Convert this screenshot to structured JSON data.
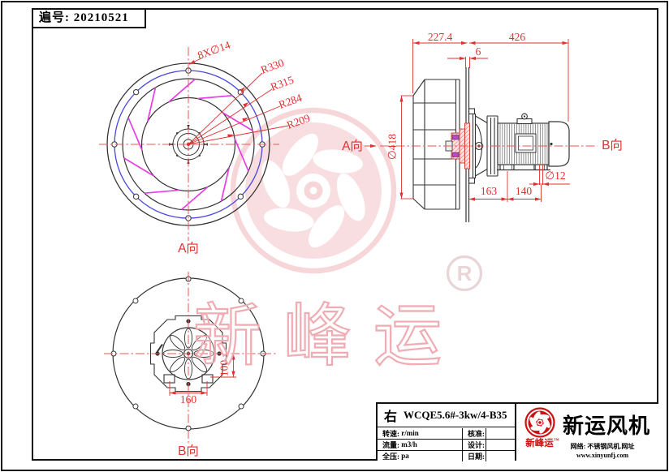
{
  "doc_number": {
    "label": "遍号:",
    "value": "20210521"
  },
  "front_view": {
    "bolt_holes_label": "8X∅14",
    "radius_labels": [
      "R330",
      "R315",
      "R284",
      "R209"
    ],
    "direction_label": "A向"
  },
  "side_view": {
    "dim_impeller_depth": "227.4",
    "dim_motor_length": "426",
    "dim_plate_thickness": "6",
    "dim_inlet_diameter": "∅418",
    "dim_plate_to_foot": "163",
    "dim_foot_spacing": "140",
    "dim_foot_hole": "∅12",
    "view_from_left_label": "A向",
    "view_from_right_label": "B向"
  },
  "bottom_view": {
    "dim_bolt_spacing_h": "160",
    "dim_bolt_offset_v": "100",
    "direction_label": "B向"
  },
  "watermark": {
    "brand_text": "新峰运",
    "registered_mark": "R"
  },
  "title_block": {
    "orientation": "右",
    "model": "WCQE5.6#-3kw/4-B35",
    "spec_rows": [
      {
        "label": "转速:",
        "value": "r/min"
      },
      {
        "label": "流量:",
        "value": "m3/h"
      },
      {
        "label": "全压:",
        "value": "pa"
      }
    ],
    "sign_labels": [
      "核准:",
      "设计:",
      "日期:"
    ],
    "brand_name": "新运风机",
    "brand_logo_text": "新峰运",
    "trademark": "™",
    "footer_line1": "网络: 不锈钢风机.网址",
    "footer_line2": "www.xinyunfj.com"
  },
  "colors": {
    "dim_red": "#e03030",
    "centerline_red": "#ee5555",
    "blade_magenta": "#e53fe5",
    "bolt_circle_blue": "#4848dd",
    "line_black": "#333333",
    "brand_red": "#cc1111",
    "watermark_pink": "#f7d6d9"
  }
}
